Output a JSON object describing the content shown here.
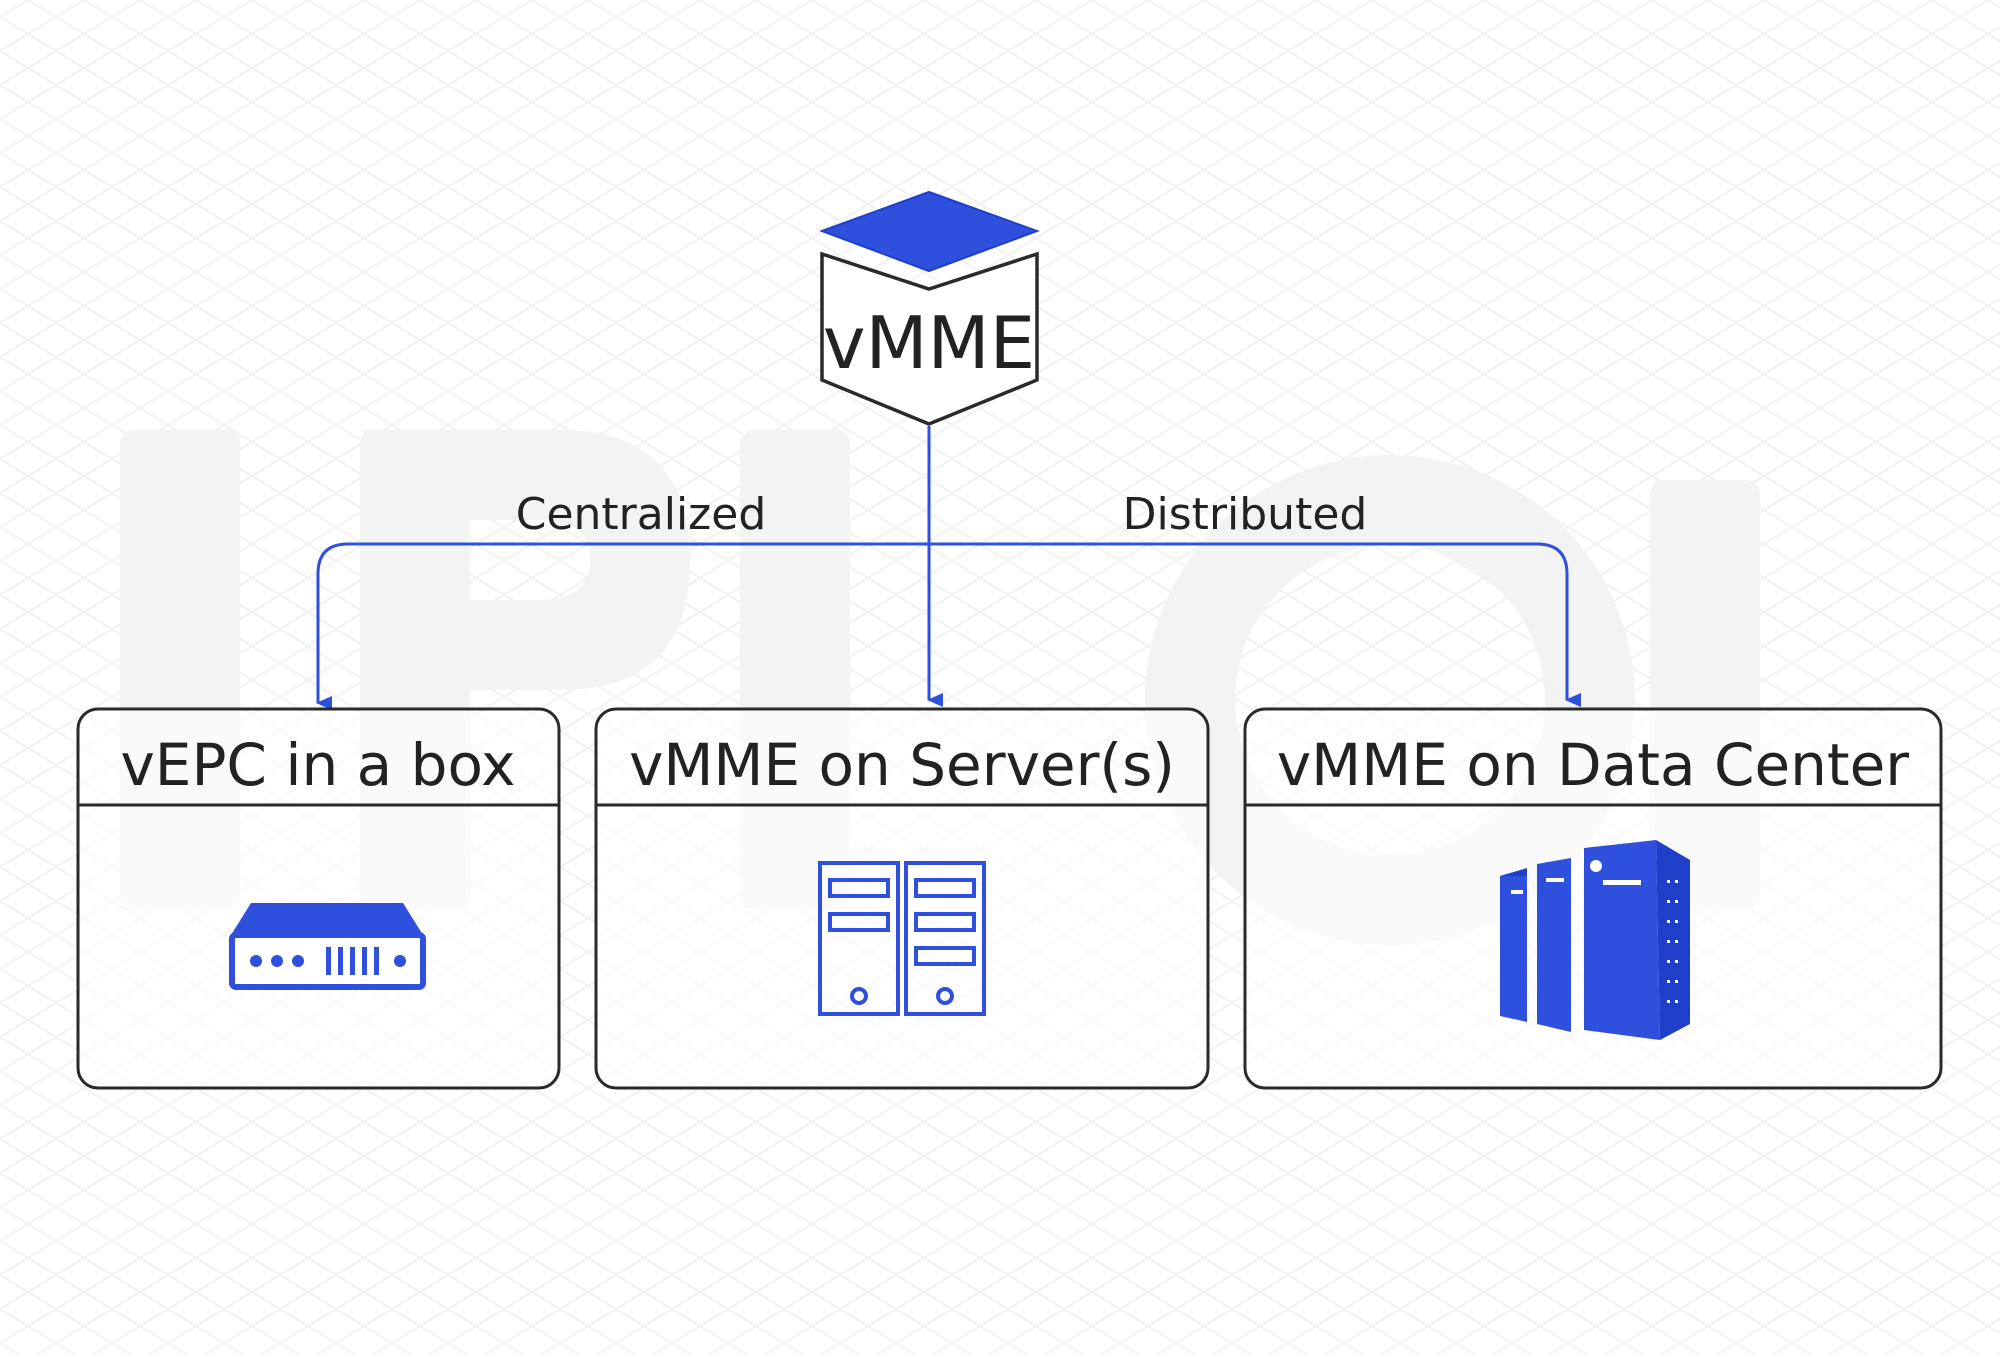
{
  "root": {
    "label": "vMME"
  },
  "branches": {
    "left": "Centralized",
    "right": "Distributed"
  },
  "options": [
    {
      "title": "vEPC in a box",
      "icon": "network-appliance-icon"
    },
    {
      "title": "vMME on Server(s)",
      "icon": "server-towers-icon"
    },
    {
      "title": "vMME on Data Center",
      "icon": "data-center-icon"
    }
  ],
  "colors": {
    "accent": "#2f50dd",
    "accent_dark": "#1f3fc8",
    "border": "#2a2a2a",
    "watermark": "#eeeeee"
  }
}
